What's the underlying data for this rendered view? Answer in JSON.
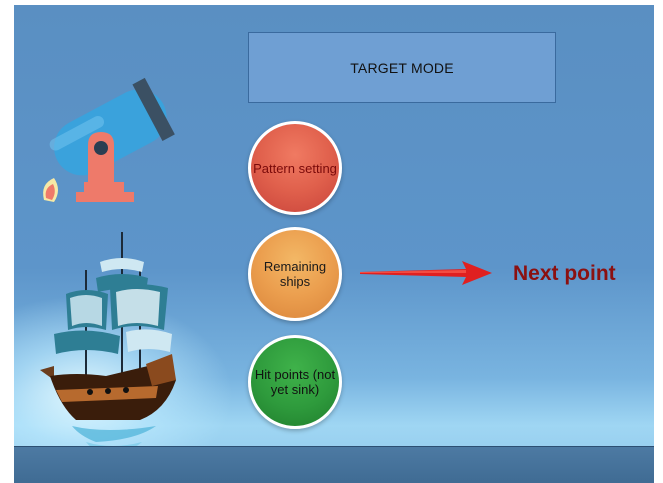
{
  "title_box": {
    "label": "TARGET MODE"
  },
  "circles": [
    {
      "label": "Pattern setting",
      "color": "#e0604c"
    },
    {
      "label": "Remaining ships",
      "color": "#eb9e4e"
    },
    {
      "label": "Hit points (not yet sink)",
      "color": "#2e9a3c"
    }
  ],
  "next_point": {
    "label": "Next point",
    "color": "#8b1010"
  },
  "colors": {
    "background": "#5d95ca",
    "sea": "#3f6b93",
    "arrow": "#e02020"
  }
}
